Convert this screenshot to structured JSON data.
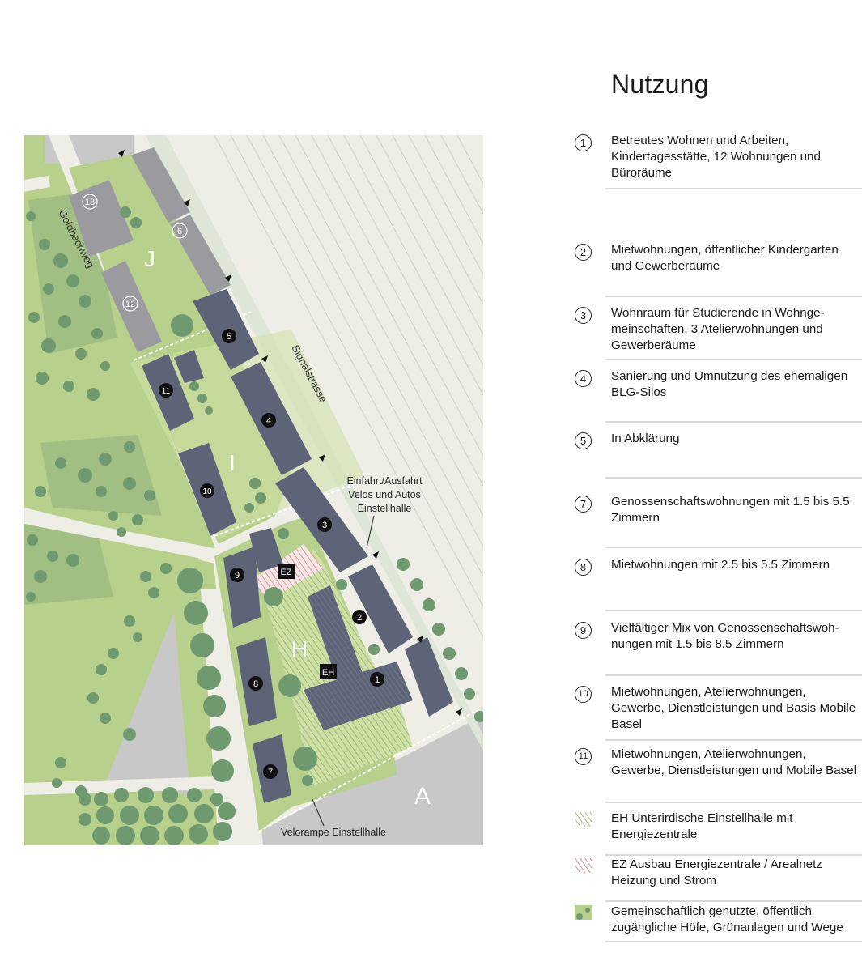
{
  "legend": {
    "title": "Nutzung",
    "items": [
      {
        "marker": "1",
        "text": "Betreutes Wohnen und Arbeiten, Kindertagesstätte, 12 Wohnungen und Büroräume"
      },
      {
        "marker": "2",
        "text": "Mietwohnungen, öffentlicher Kindergarten und Gewerberäume"
      },
      {
        "marker": "3",
        "text": "Wohnraum für Studierende in Wohnge-meinschaften, 3 Atelierwohnungen und Gewerberäume"
      },
      {
        "marker": "4",
        "text": "Sanierung und Umnutzung des ehemaligen BLG-Silos"
      },
      {
        "marker": "5",
        "text": "In Abklärung"
      },
      {
        "marker": "7",
        "text": "Genossenschaftswohnungen mit 1.5 bis 5.5 Zimmern"
      },
      {
        "marker": "8",
        "text": "Mietwohnungen mit 2.5 bis 5.5 Zimmern"
      },
      {
        "marker": "9",
        "text": "Vielfältiger Mix von Genossenschaftswoh-nungen mit 1.5 bis 8.5 Zimmern"
      },
      {
        "marker": "10",
        "text": "Mietwohnungen, Atelierwohnungen, Gewerbe, Dienstleistungen und Basis Mobile Basel"
      },
      {
        "marker": "11",
        "text": "Mietwohnungen, Atelierwohnungen, Gewerbe, Dienstleistungen und Mobile Basel"
      },
      {
        "marker": "green-hatch-swatch",
        "text": "EH Unterirdische Einstellhalle mit Energiezentrale"
      },
      {
        "marker": "red-hatch-swatch",
        "text": "EZ Ausbau Energiezentrale / Arealnetz Heizung und Strom"
      },
      {
        "marker": "green-area-swatch",
        "text": "Gemeinschaftlich genutzte, öffentlich zugängliche Höfe, Grünanlagen und Wege"
      }
    ]
  },
  "map": {
    "street_goldbachweg": "Goldbachweg",
    "street_signalstrasse": "Signalstrasse",
    "zones": {
      "J": "J",
      "I": "I",
      "H": "H",
      "A": "A"
    },
    "building_labels": {
      "b1": "1",
      "b2": "2",
      "b3": "3",
      "b4": "4",
      "b5": "5",
      "b6": "6",
      "b7": "7",
      "b8": "8",
      "b9": "9",
      "b10": "10",
      "b11": "11",
      "b12": "12",
      "b13": "13"
    },
    "tag_ez": "EZ",
    "tag_eh": "EH",
    "entrance_label": [
      "Einfahrt/Ausfahrt",
      "Velos und Autos",
      "Einstellhalle"
    ],
    "ramp_label": "Velorampe Einstellhalle",
    "colors": {
      "background": "#eeeee6",
      "park": "#b7d08c",
      "park_light": "#cfe0a6",
      "tree": "#6f9a6f",
      "building": "#5e6478",
      "building_old": "#9b9b9f",
      "paving": "#c8c8c8",
      "path": "#dfe6d8",
      "hatch_green": "#8aaa60",
      "hatch_red": "#c97a7a"
    }
  }
}
